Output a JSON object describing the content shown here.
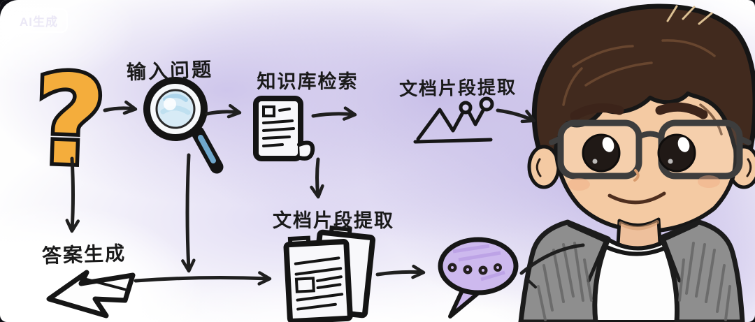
{
  "watermark": {
    "label": "AI生成"
  },
  "labels": {
    "question_mark": "?",
    "input_question": "输入问题",
    "kb_search": "知识库检索",
    "doc_extract_top": "文档片段提取",
    "doc_extract_bottom": "文档片段提取",
    "answer_generation": "答案生成"
  },
  "flow": {
    "top_row": [
      "question_mark",
      "input_question",
      "kb_search",
      "doc_extract_top",
      "person"
    ],
    "bottom_row": [
      "answer_generation",
      "doc_extract_bottom",
      "speech_bubble",
      "person"
    ]
  },
  "icons": {
    "question": "question-mark-icon",
    "search": "magnifier-icon",
    "knowledge_doc": "document-scroll-icon",
    "extraction_chart": "line-chart-icon",
    "documents": "documents-stack-icon",
    "answer_arrow": "doodle-arrow-icon",
    "speech": "speech-bubble-icon",
    "person": "man-with-glasses-avatar"
  },
  "colors": {
    "background_wash": "#cbc2ea",
    "ink": "#1c1c1c",
    "question_mark": "#f4ad3c",
    "magnifier_lens": "#d7ebf6",
    "speech_bubble": "#cdb9ee",
    "skin": "#f4caa3",
    "hair": "#4c3122",
    "jacket": "#8e8e8e",
    "shirt": "#fdfdfd"
  }
}
